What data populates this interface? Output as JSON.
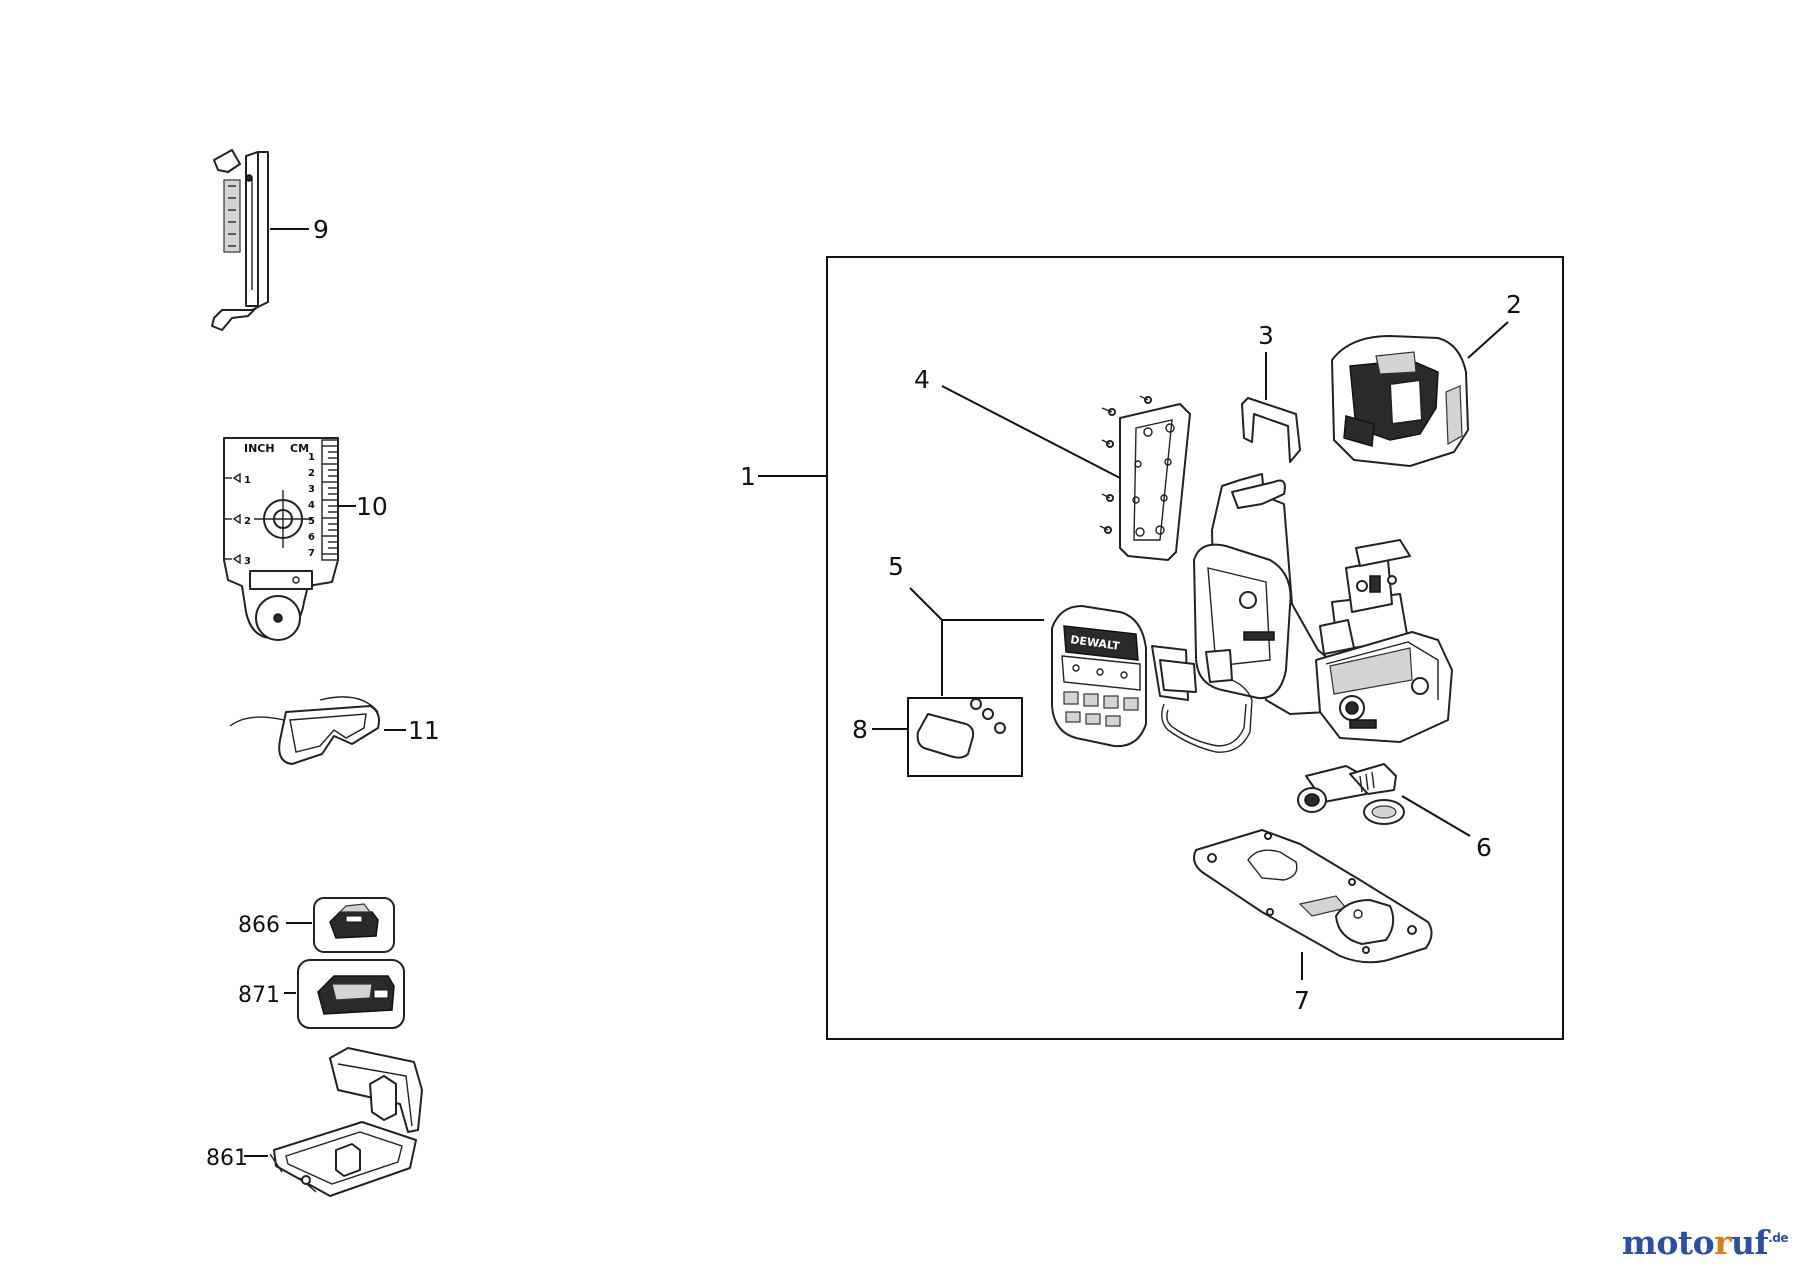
{
  "diagram": {
    "callouts": {
      "c1": "1",
      "c2": "2",
      "c3": "3",
      "c4": "4",
      "c5": "5",
      "c6": "6",
      "c7": "7",
      "c8": "8",
      "c9": "9",
      "c10": "10",
      "c11": "11",
      "c866": "866",
      "c871": "871",
      "c861": "861"
    },
    "target_card": {
      "inch": "INCH",
      "cm": "CM",
      "inch_marks": [
        "1",
        "2",
        "3"
      ],
      "cm_marks": [
        "1",
        "2",
        "3",
        "4",
        "5",
        "6",
        "7"
      ]
    },
    "product_brand": "DEWALT"
  },
  "watermark": {
    "part_a": "moto",
    "part_b": "r",
    "part_c": "uf",
    "suffix": ".de"
  }
}
